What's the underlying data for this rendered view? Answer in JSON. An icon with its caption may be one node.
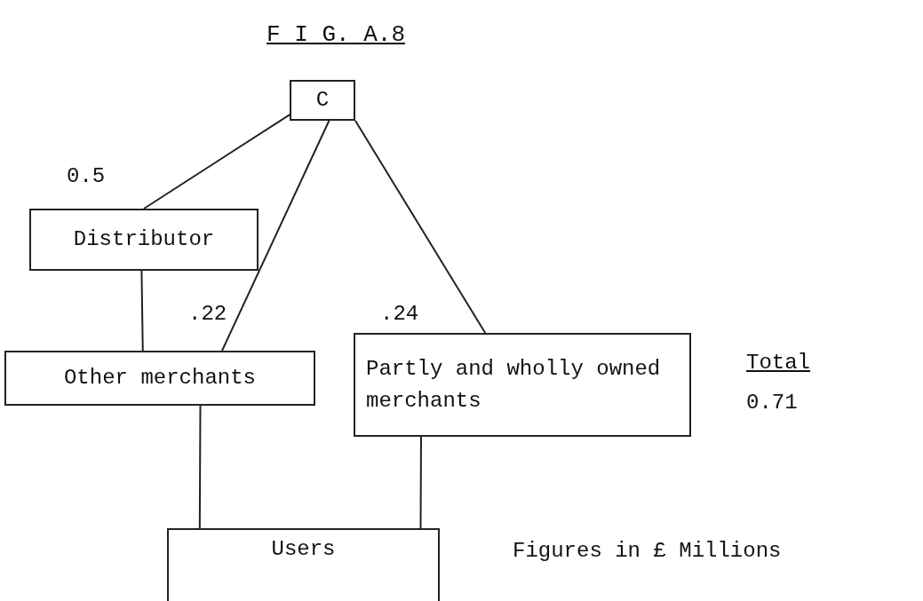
{
  "diagram": {
    "title": "F I G. A.8",
    "nodes": [
      {
        "text": [
          "C"
        ]
      },
      {
        "text": [
          "Distributor"
        ]
      },
      {
        "text": [
          "Other merchants"
        ]
      },
      {
        "text": [
          "Partly and wholly owned merchants"
        ]
      },
      {
        "text": [
          "Users"
        ]
      }
    ],
    "edges": [
      {
        "from": 0,
        "to": 1,
        "arrow": "none",
        "label": "0.5"
      },
      {
        "from": 1,
        "to": 2,
        "arrow": "none"
      },
      {
        "from": 0,
        "to": 2,
        "arrow": "none",
        "label": ".22"
      },
      {
        "from": 0,
        "to": 3,
        "arrow": "none",
        "label": ".24"
      },
      {
        "from": 2,
        "to": 4,
        "arrow": "none"
      },
      {
        "from": 3,
        "to": 4,
        "arrow": "none"
      }
    ],
    "labels": [
      "Total",
      "0.71",
      "Figures in £ Millions"
    ]
  }
}
